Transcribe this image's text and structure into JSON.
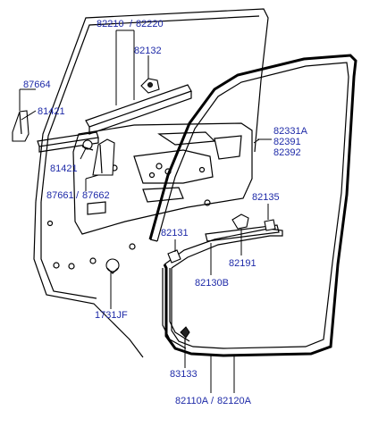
{
  "labels": {
    "p82210": "82210",
    "p82220": "82220",
    "p82132": "82132",
    "p87664": "87664",
    "p81421_top": "81421",
    "p81421_mid": "81421",
    "p87661": "87661",
    "p87662": "87662",
    "p82331A": "82331A",
    "p82391": "82391",
    "p82392": "82392",
    "p82135": "82135",
    "p82131": "82131",
    "p82191": "82191",
    "p82130B": "82130B",
    "p1731JF": "1731JF",
    "p83133": "83133",
    "p82110A": "82110A",
    "p82120A": "82120A",
    "sep": "/"
  }
}
